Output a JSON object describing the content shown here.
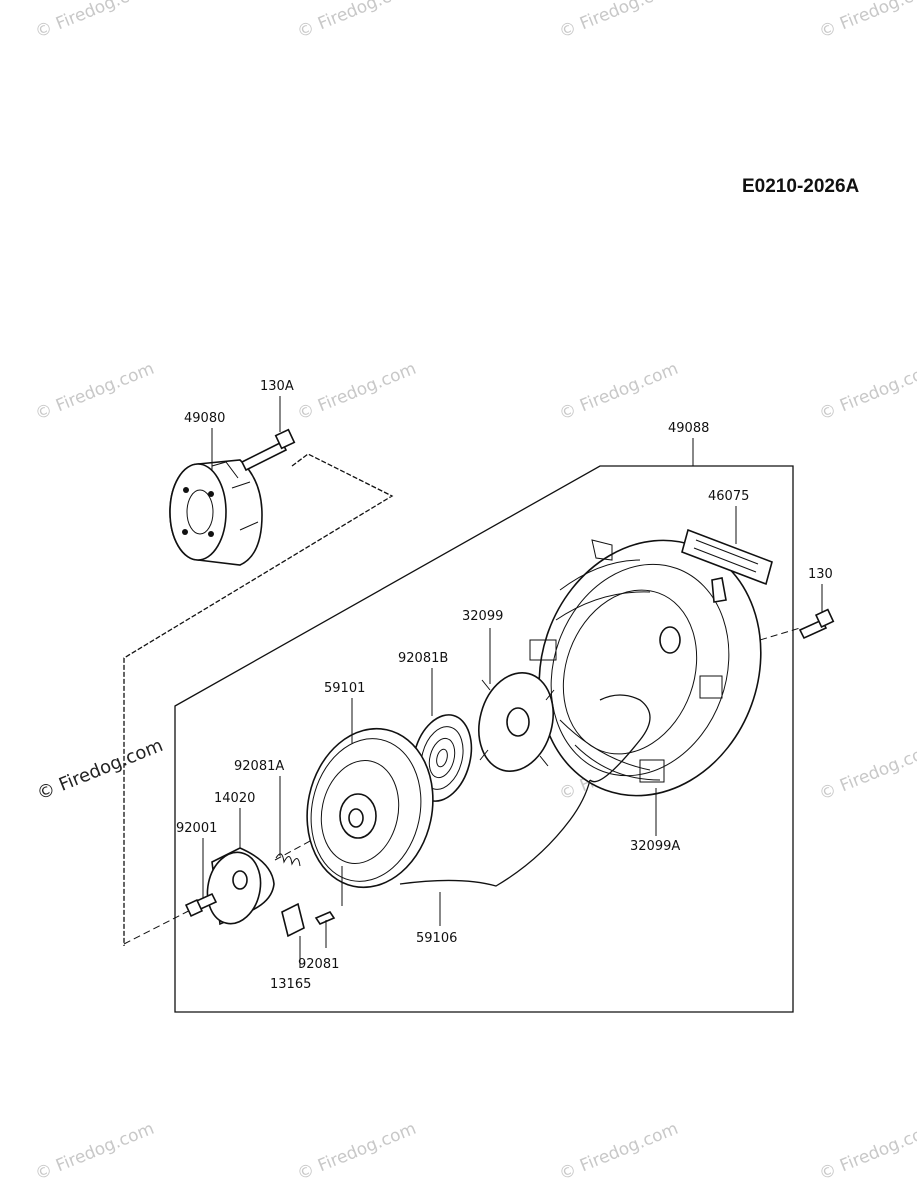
{
  "diagram": {
    "code": "E0210-2026A",
    "watermark": "© Firedog.com",
    "parts": {
      "p49080": "49080",
      "p130A": "130A",
      "p49088": "49088",
      "p46075": "46075",
      "p130": "130",
      "p32099": "32099",
      "p92081B": "92081B",
      "p59101": "59101",
      "p92081A": "92081A",
      "p14020": "14020",
      "p92001": "92001",
      "p32099A": "32099A",
      "p59106": "59106",
      "p92081": "92081",
      "p13165": "13165"
    }
  }
}
